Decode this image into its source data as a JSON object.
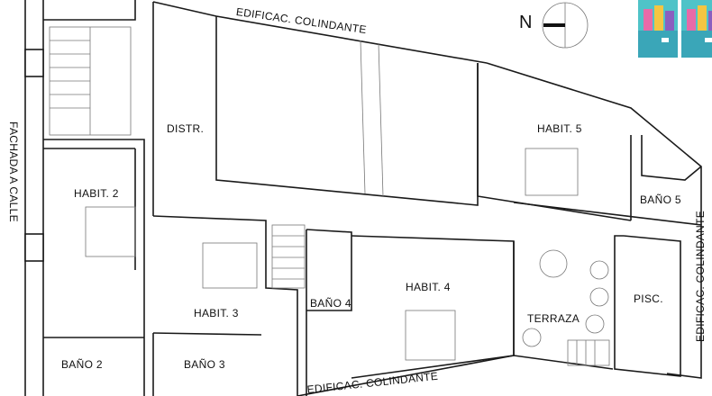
{
  "labels": {
    "top_neighbor": "EDIFICAC. COLINDANTE",
    "bottom_neighbor": "EDIFICAC. COLINDANTE",
    "right_neighbor": "EDIFICAC. COLINDANTE",
    "street_facade": "FACHADA A CALLE",
    "distr": "DISTR.",
    "habit2": "HABIT. 2",
    "habit3": "HABIT. 3",
    "habit4": "HABIT. 4",
    "habit5": "HABIT. 5",
    "bano2": "BAÑO 2",
    "bano3": "BAÑO 3",
    "bano4": "BAÑO 4",
    "bano5": "BAÑO 5",
    "terraza": "TERRAZA",
    "pisc": "PISC."
  },
  "compass": {
    "letter": "N"
  },
  "colors": {
    "wall": "#1a1a1a",
    "thin_line": "#777777",
    "pool": "#ffffff"
  }
}
